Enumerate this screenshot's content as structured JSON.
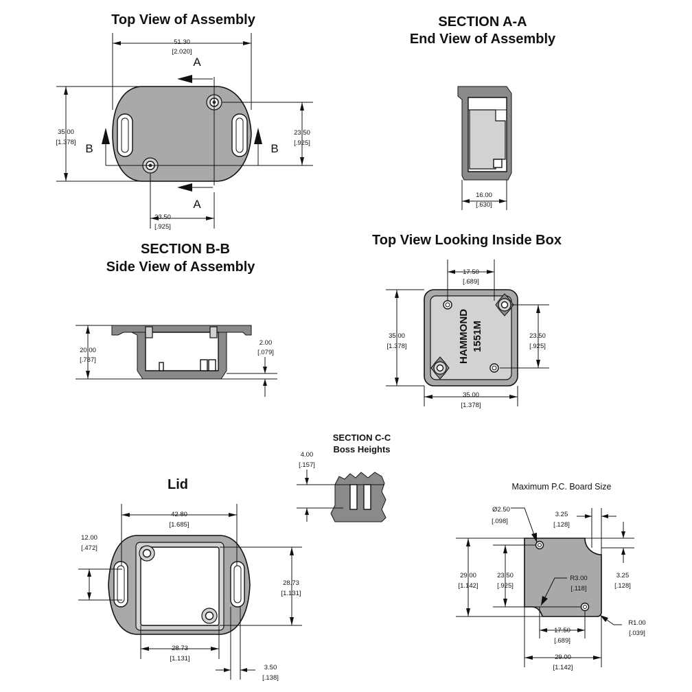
{
  "titles": {
    "top_view": "Top View of Assembly",
    "section_aa": "SECTION A-A",
    "section_aa_sub": "End View of Assembly",
    "section_bb": "SECTION B-B",
    "section_bb_sub": "Side View of Assembly",
    "top_inside": "Top View Looking Inside Box",
    "section_cc": "SECTION C-C",
    "section_cc_sub": "Boss Heights",
    "lid": "Lid",
    "pcb": "Maximum P.C. Board Size"
  },
  "section_letters": {
    "a_top": "A",
    "a_bottom": "A",
    "b_left": "B",
    "b_right": "B"
  },
  "brand": {
    "line1": "HAMMOND",
    "line2": "1551M"
  },
  "dimensions": {
    "top_width": {
      "mm": "51.30",
      "in": "[2.020]"
    },
    "top_height": {
      "mm": "35.00",
      "in": "[1.378]"
    },
    "top_hole_v": {
      "mm": "23.50",
      "in": "[.925]"
    },
    "top_hole_h": {
      "mm": "23.50",
      "in": "[.925]"
    },
    "aa_width": {
      "mm": "16.00",
      "in": "[.630]"
    },
    "bb_height": {
      "mm": "20.00",
      "in": "[.787]"
    },
    "bb_flange": {
      "mm": "2.00",
      "in": "[.079]"
    },
    "inside_top": {
      "mm": "17.50",
      "in": "[.689]"
    },
    "inside_height": {
      "mm": "35.00",
      "in": "[1.378]"
    },
    "inside_holes": {
      "mm": "23.50",
      "in": "[.925]"
    },
    "inside_width": {
      "mm": "35.00",
      "in": "[1.378]"
    },
    "cc_height": {
      "mm": "4.00",
      "in": "[.157]"
    },
    "lid_width": {
      "mm": "42.80",
      "in": "[1.685]"
    },
    "lid_slot": {
      "mm": "12.00",
      "in": "[.472]"
    },
    "lid_inner_h": {
      "mm": "28.73",
      "in": "[1.131]"
    },
    "lid_inner_w": {
      "mm": "28.73",
      "in": "[1.131]"
    },
    "lid_offset": {
      "mm": "3.50",
      "in": "[.138]"
    },
    "pcb_hole_dia": {
      "mm": "Ø2.50",
      "in": "[.098]"
    },
    "pcb_notch_top": {
      "mm": "3.25",
      "in": "[.128]"
    },
    "pcb_height": {
      "mm": "29.00",
      "in": "[1.142]"
    },
    "pcb_holes_v": {
      "mm": "23.50",
      "in": "[.925]"
    },
    "pcb_r3": {
      "mm": "R3.00",
      "in": "[.118]"
    },
    "pcb_notch_side": {
      "mm": "3.25",
      "in": "[.128]"
    },
    "pcb_r1": {
      "mm": "R1.00",
      "in": "[.039]"
    },
    "pcb_holes_h": {
      "mm": "17.50",
      "in": "[.689]"
    },
    "pcb_width": {
      "mm": "29.00",
      "in": "[1.142]"
    }
  }
}
